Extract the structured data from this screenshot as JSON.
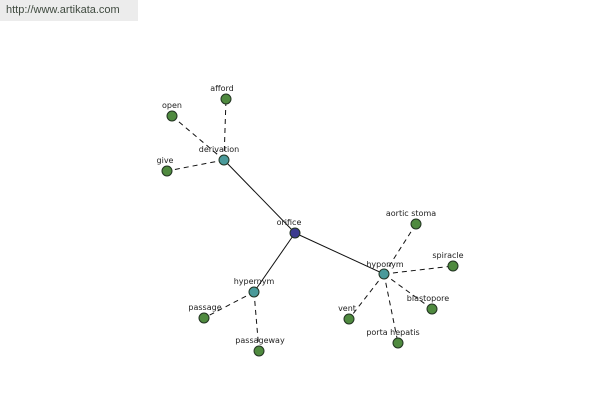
{
  "header": {
    "url_text": "http://www.artikata.com"
  },
  "graph": {
    "colors": {
      "center": "#3b3b8f",
      "relation": "#4a9a9a",
      "leaf": "#4f8a3f"
    },
    "nodes": {
      "orifice": {
        "label": "orifice",
        "kind": "center"
      },
      "derivation": {
        "label": "derivation",
        "kind": "relation"
      },
      "hypernym": {
        "label": "hypernym",
        "kind": "relation"
      },
      "hyponym": {
        "label": "hyponym",
        "kind": "relation"
      },
      "afford": {
        "label": "afford",
        "kind": "leaf"
      },
      "open": {
        "label": "open",
        "kind": "leaf"
      },
      "give": {
        "label": "give",
        "kind": "leaf"
      },
      "passage": {
        "label": "passage",
        "kind": "leaf"
      },
      "passageway": {
        "label": "passageway",
        "kind": "leaf"
      },
      "aortic_stoma": {
        "label": "aortic stoma",
        "kind": "leaf"
      },
      "spiracle": {
        "label": "spiracle",
        "kind": "leaf"
      },
      "blastopore": {
        "label": "blastopore",
        "kind": "leaf"
      },
      "vent": {
        "label": "vent",
        "kind": "leaf"
      },
      "porta_hepatis": {
        "label": "porta hepatis",
        "kind": "leaf"
      }
    },
    "edges": [
      {
        "from": "orifice",
        "to": "derivation",
        "style": "solid"
      },
      {
        "from": "orifice",
        "to": "hypernym",
        "style": "solid"
      },
      {
        "from": "orifice",
        "to": "hyponym",
        "style": "solid"
      },
      {
        "from": "derivation",
        "to": "afford",
        "style": "dashed"
      },
      {
        "from": "derivation",
        "to": "open",
        "style": "dashed"
      },
      {
        "from": "derivation",
        "to": "give",
        "style": "dashed"
      },
      {
        "from": "hypernym",
        "to": "passage",
        "style": "dashed"
      },
      {
        "from": "hypernym",
        "to": "passageway",
        "style": "dashed"
      },
      {
        "from": "hyponym",
        "to": "aortic_stoma",
        "style": "dashed"
      },
      {
        "from": "hyponym",
        "to": "spiracle",
        "style": "dashed"
      },
      {
        "from": "hyponym",
        "to": "blastopore",
        "style": "dashed"
      },
      {
        "from": "hyponym",
        "to": "vent",
        "style": "dashed"
      },
      {
        "from": "hyponym",
        "to": "porta_hepatis",
        "style": "dashed"
      }
    ]
  }
}
